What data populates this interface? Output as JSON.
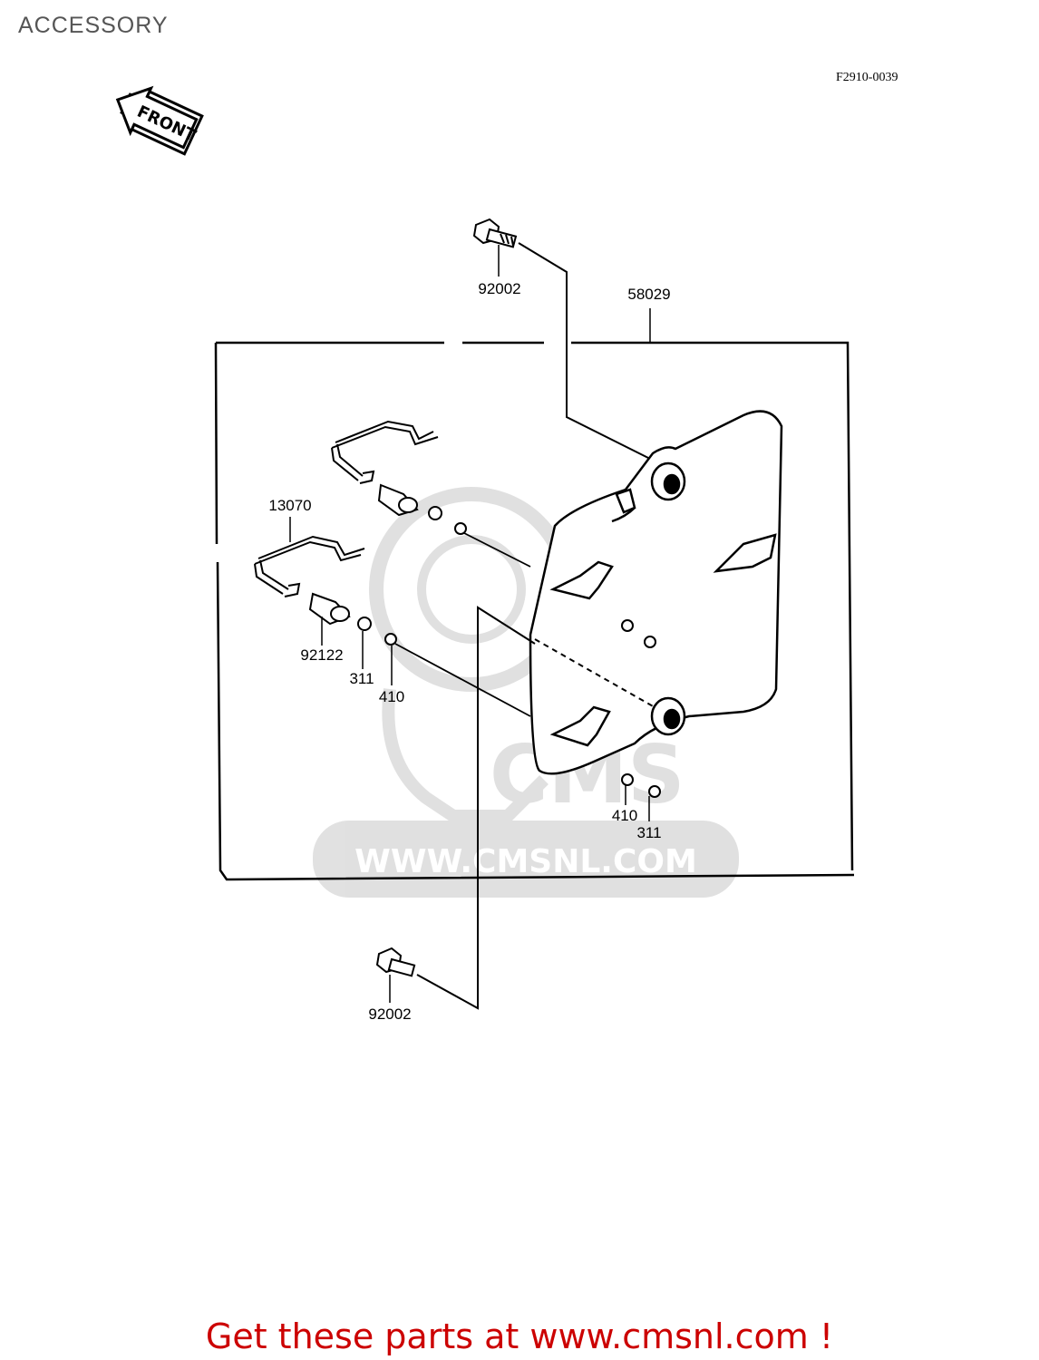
{
  "page_title": "ACCESSORY",
  "figure_code": "F2910-0039",
  "front_label": "FRONT",
  "watermark": "WWW.CMSNL.COM",
  "watermark_logo": "CMS",
  "parts": {
    "bolt_top": "92002",
    "cover": "58029",
    "rod": "13070",
    "spacer": "92122",
    "washer_left": "311",
    "nut_left": "410",
    "nut_right": "410",
    "washer_right": "311",
    "bolt_bottom": "92002"
  },
  "footer_link": "Get these parts at www.cmsnl.com !",
  "colors": {
    "footer": "#cc0000",
    "watermark": "#c8c8c8",
    "title": "#555555"
  }
}
